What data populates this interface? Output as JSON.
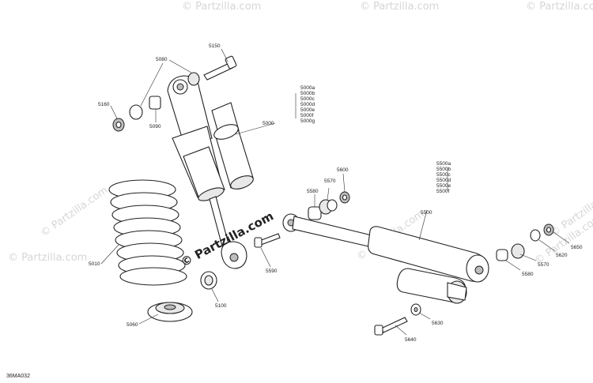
{
  "diagram": {
    "code": "36MA032",
    "watermark_main": "© Partzilla.com",
    "watermark_faint": "© Partzilla.com",
    "callouts": {
      "c5150": "5150",
      "c5080": "5080",
      "c5160": "5160",
      "c5090": "5090",
      "c5000": "5000",
      "c5010": "5010",
      "c5060": "5060",
      "c5100": "5100",
      "c5590": "5590",
      "c5580a": "5580",
      "c5570a": "5570",
      "c5600": "5600",
      "c5500": "5500",
      "c5650": "5650",
      "c5620": "5620",
      "c5570b": "5570",
      "c5580b": "5580",
      "c5630": "5630",
      "c5640": "5640"
    },
    "variants_5000": [
      "5000a",
      "5000b",
      "5000c",
      "5000d",
      "5000e",
      "5000f",
      "5000g"
    ],
    "variants_5500": [
      "5500a",
      "5500b",
      "5500c",
      "5500d",
      "5500e",
      "5500f"
    ]
  }
}
